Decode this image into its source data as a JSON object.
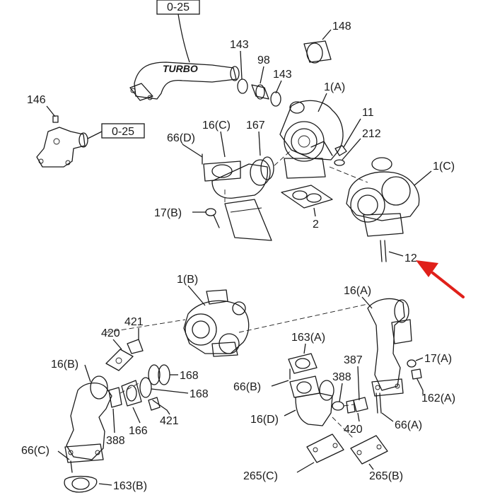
{
  "labels": {
    "ref_top": "0-25",
    "ref_left": "0-25",
    "p148": "148",
    "p143a": "143",
    "p98": "98",
    "p143b": "143",
    "p146": "146",
    "p1a": "1(A)",
    "p11": "11",
    "p212": "212",
    "p167": "167",
    "p16c": "16(C)",
    "p66d": "66(D)",
    "p1c": "1(C)",
    "p17b": "17(B)",
    "p2": "2",
    "p12": "12",
    "p1b": "1(B)",
    "p421a": "421",
    "p420a": "420",
    "p16b": "16(B)",
    "p168a": "168",
    "p168b": "168",
    "p421b": "421",
    "p166": "166",
    "p388a": "388",
    "p66c": "66(C)",
    "p163b": "163(B)",
    "p16a": "16(A)",
    "p163a": "163(A)",
    "p387": "387",
    "p17a": "17(A)",
    "p388b": "388",
    "p162a": "162(A)",
    "p66b": "66(B)",
    "p16d": "16(D)",
    "p420b": "420",
    "p66a": "66(A)",
    "p265c": "265(C)",
    "p265b": "265(B)",
    "turbo_cast": "TURBO"
  },
  "colors": {
    "line": "#1a1a1a",
    "highlight_arrow": "#e0201a",
    "background": "#ffffff"
  }
}
